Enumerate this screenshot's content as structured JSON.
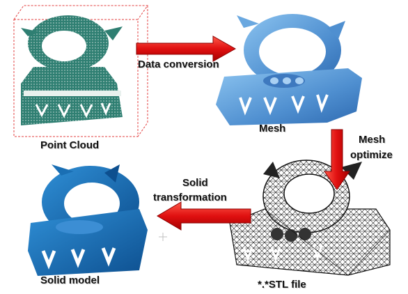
{
  "diagram": {
    "stages": {
      "point_cloud": "Point Cloud",
      "mesh": "Mesh",
      "stl": "*.*STL file",
      "solid": "Solid model"
    },
    "steps": {
      "conversion": "Data conversion",
      "optimize_line1": "Mesh",
      "optimize_line2": "optimize",
      "transform_line1": "Solid",
      "transform_line2": "transformation"
    }
  },
  "colors": {
    "point_cloud": "#2f7f72",
    "mesh": "#5a9ad6",
    "solid": "#1a6fb4",
    "wire": "#1b1b1b",
    "arrow": "#e01010",
    "arrow_edge": "#8a0000",
    "bbox": "#e34040"
  },
  "icons": [
    "right-arrow",
    "down-arrow",
    "left-arrow"
  ]
}
